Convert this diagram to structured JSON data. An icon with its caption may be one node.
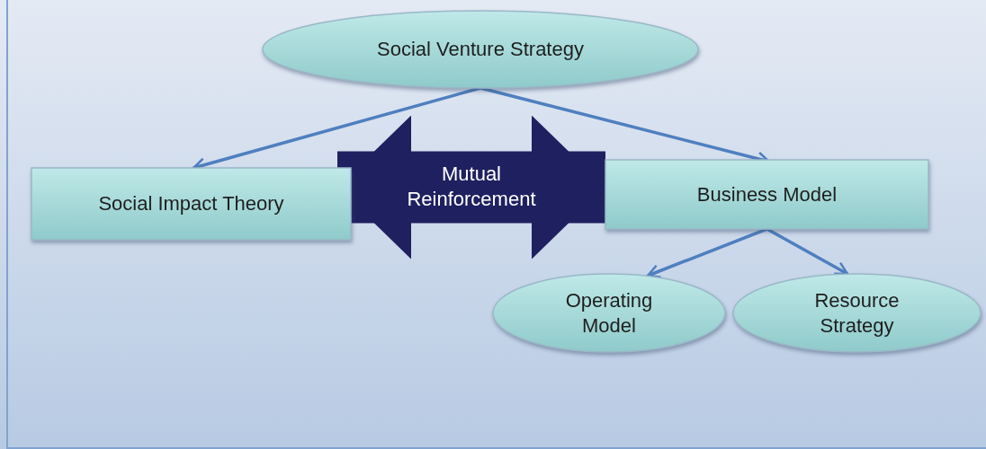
{
  "diagram": {
    "nodes": [
      {
        "text": [
          "Social Venture Strategy"
        ]
      },
      {
        "text": [
          "Social Impact Theory"
        ]
      },
      {
        "text": [
          "Business Model"
        ]
      },
      {
        "text": [
          "Operating Model"
        ]
      },
      {
        "text": [
          "Resource Strategy"
        ]
      }
    ],
    "edges": [
      {
        "from": 0,
        "to": 1,
        "arrow": "to"
      },
      {
        "from": 0,
        "to": 2,
        "arrow": "to"
      },
      {
        "from": 1,
        "to": 2,
        "arrow": "both",
        "label": "Mutual Reinforcement",
        "style": "thick",
        "color": "#1f2060"
      },
      {
        "from": 2,
        "to": 3,
        "arrow": "to"
      },
      {
        "from": 2,
        "to": 4,
        "arrow": "to"
      }
    ]
  }
}
